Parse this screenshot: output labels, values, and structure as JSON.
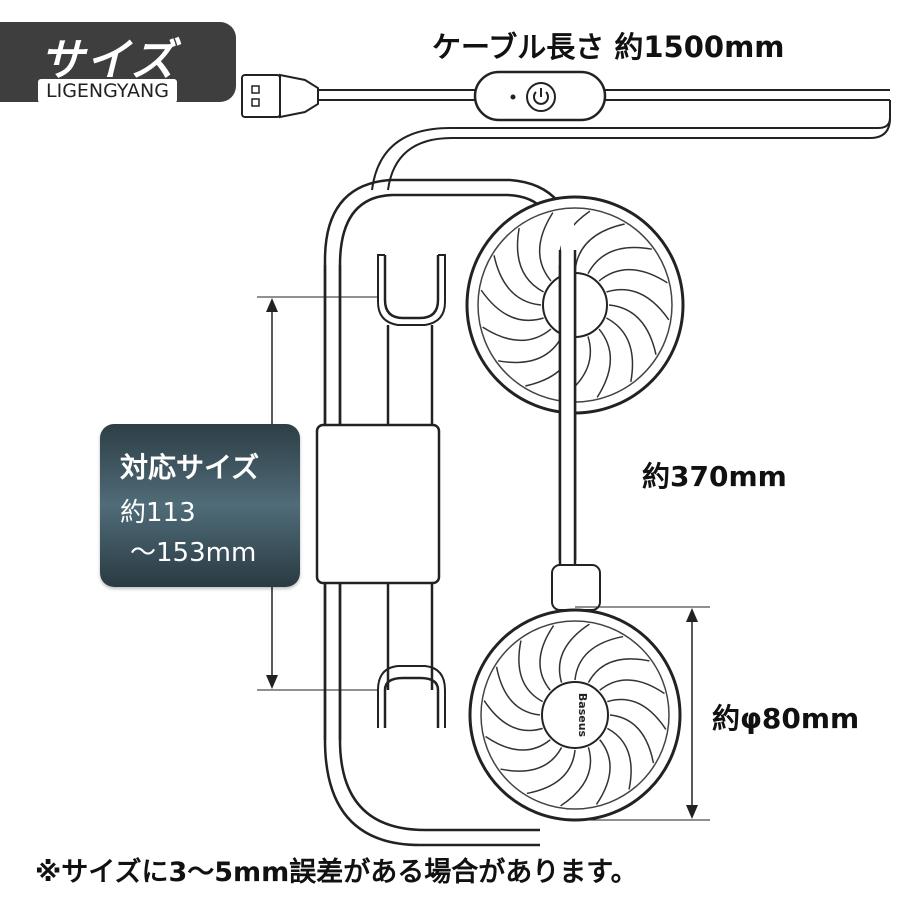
{
  "badge": {
    "title": "サイズ",
    "watermark": "LIGENGYANG"
  },
  "labels": {
    "cable_length": "ケーブル長さ 約1500mm",
    "height": "約370mm",
    "fan_diameter": "約φ80mm",
    "note": "※サイズに3〜5mm誤差がある場合があります。"
  },
  "fit_box": {
    "title": "対応サイズ",
    "range_line1": "約113",
    "range_line2": "〜153mm"
  },
  "fan_logo": "Baseus",
  "colors": {
    "badge_bg": "#3e3e3e",
    "box_gradient_mid": "#4f6c78",
    "line": "#222222"
  }
}
